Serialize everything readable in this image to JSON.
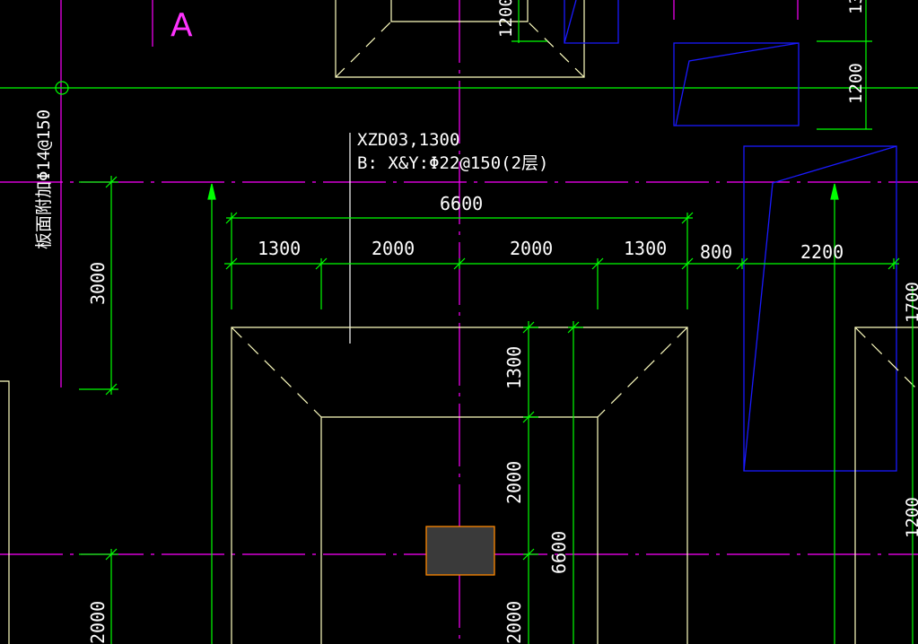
{
  "drawing": {
    "grid_axis_label": "A",
    "annotation": {
      "line1": "XZD03,1300",
      "line2": "B: X&Y:Φ22@150(2层)"
    },
    "side_note": "板面附加Φ14@150",
    "dims_top": {
      "total": "6600",
      "d1": "1300",
      "d2": "2000",
      "d3": "2000",
      "d4": "1300",
      "d5": "800",
      "d6": "2200"
    },
    "dims_vertical": {
      "left_3000": "3000",
      "left_bottom": "2000",
      "top_1200": "1200",
      "right_1200": "1200",
      "top_right_13": "13",
      "v1300": "1300",
      "v2000": "2000",
      "v6600": "6600",
      "v2000_bottom": "2000",
      "far_right_120": "1200",
      "far_right_top": "1700"
    }
  },
  "colors": {
    "background": "#000000",
    "dim_line": "#00ff00",
    "axis_line": "#ff00ff",
    "outline": "#ffffc0",
    "blue": "#1a1aff",
    "highlight_fill": "#3a3a3a",
    "highlight_stroke": "#ff8800"
  }
}
